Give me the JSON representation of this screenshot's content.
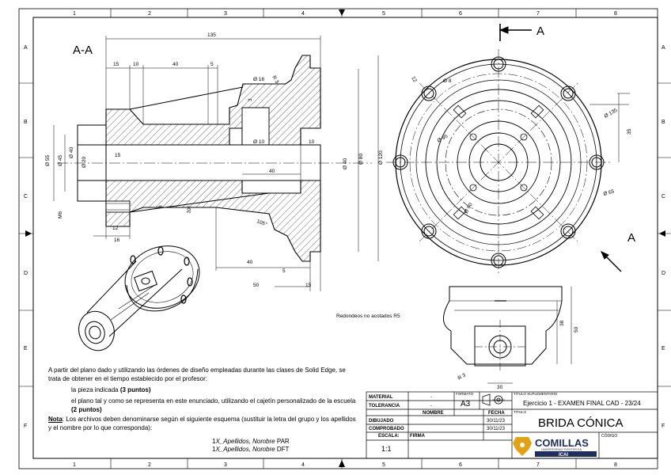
{
  "drawing": {
    "section_label": "A-A",
    "cut_label_top": "A",
    "cut_label_bottom": "A",
    "rounding_note": "Redondeos no acotados R5",
    "zone_columns": [
      "1",
      "2",
      "3",
      "4",
      "5",
      "6",
      "7",
      "8"
    ],
    "zone_rows": [
      "A",
      "B",
      "C",
      "D",
      "E",
      "F"
    ],
    "section_dims": {
      "total": "135",
      "d15a": "15",
      "d10": "10",
      "d40a": "40",
      "d5a": "5",
      "r3": "R 3",
      "d16": "Ø 16",
      "d3": "3",
      "d10b": "Ø 10",
      "d10c": "10",
      "d40b": "40",
      "d55": "Ø 55",
      "d45": "Ø 45",
      "d40c": "Ø 40",
      "d20": "Ø 20",
      "d15b": "15",
      "d40d": "Ø 40",
      "d80": "Ø 80",
      "d120": "Ø 120",
      "m6": "M6",
      "d12": "12",
      "d16b": "16",
      "d8": "8",
      "a10": "10°",
      "a105": "105°",
      "d40e": "40",
      "d5b": "5",
      "d50": "50",
      "d15c": "15"
    },
    "front_dims": {
      "d12": "12",
      "d8": "Ø 8",
      "d135": "Ø 135",
      "d35": "35",
      "d95": "Ø 95",
      "d60": "Ø 60",
      "d65": "Ø 65"
    },
    "bottom_dims": {
      "d38": "38",
      "d50": "50",
      "d30": "30",
      "r3": "R 3"
    }
  },
  "instructions": {
    "intro": "A partir del plano dado y utilizando las órdenes de diseño empleadas durante las clases de Solid Edge, se trata de obtener en el tiempo establecido por el profesor:",
    "item1_text": "la pieza indicada",
    "item1_points": "(3 puntos)",
    "item2_text": "el plano tal y como se representa en este enunciado, utilizando el cajetín personalizado de la escuela",
    "item2_points": "(2 puntos)",
    "note_label": "Nota",
    "note_text": ": Los archivos deben denominarse según el siguiente esquema (sustituir la letra del grupo y los apellidos y el nombre por lo que corresponda):",
    "file1_prefix": "1",
    "file1_italic": "X_Apellidos, Nombre",
    "file1_ext": " PAR",
    "file2_prefix": "1",
    "file2_italic": "X_Apellidos, Nombre",
    "file2_ext": " DFT"
  },
  "title_block": {
    "material_label": "MATERIAL",
    "material_value": "-",
    "tolerancia_label": "TOLERANCIA",
    "tolerancia_value": "-",
    "nombre_label": "NOMBRE",
    "fecha_label": "FECHA",
    "dibujado_label": "DIBUJADO",
    "dibujado_fecha": "30/11/23",
    "comprobado_label": "COMPROBADO",
    "comprobado_fecha": "30/11/23",
    "escala_label": "ESCALA:",
    "escala_value": "1:1",
    "firma_label": "FIRMA",
    "formato_label": "FORMATO",
    "formato_value": "A3",
    "titulo_sup_label": "TÍTULO SUPLEMENTARIO",
    "titulo_sup_value": "Ejercicio 1 - EXAMEN FINAL CAD - 23/24",
    "titulo_label": "TÍTULO",
    "titulo_value": "BRIDA CÓNICA",
    "codigo_label": "CÓDIGO",
    "logo_name": "COMILLAS",
    "logo_sub": "UNIVERSIDAD PONTIFICIA",
    "logo_band": "ICAI"
  }
}
